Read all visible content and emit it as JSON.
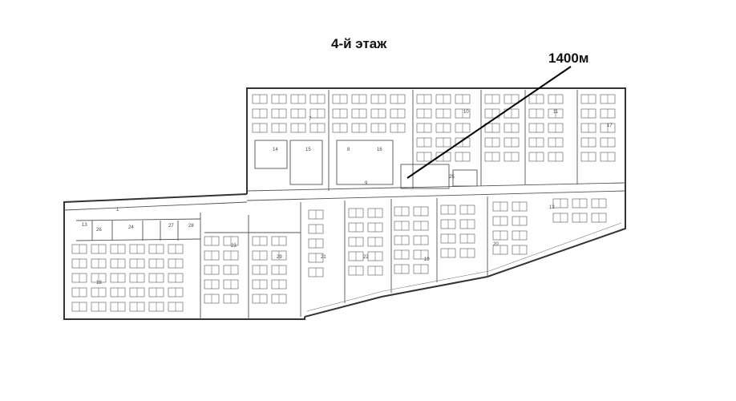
{
  "title": "4-й этаж",
  "callout_label": "1400м",
  "room_labels": [
    "1",
    "7",
    "8",
    "9",
    "10",
    "11",
    "12",
    "13",
    "14",
    "15",
    "16",
    "17",
    "18",
    "19",
    "20",
    "21",
    "22",
    "23",
    "24",
    "25",
    "26",
    "27",
    "28",
    "29"
  ],
  "colors": {
    "walls": "#333333",
    "furniture": "#555555",
    "callout_line": "#000000"
  }
}
